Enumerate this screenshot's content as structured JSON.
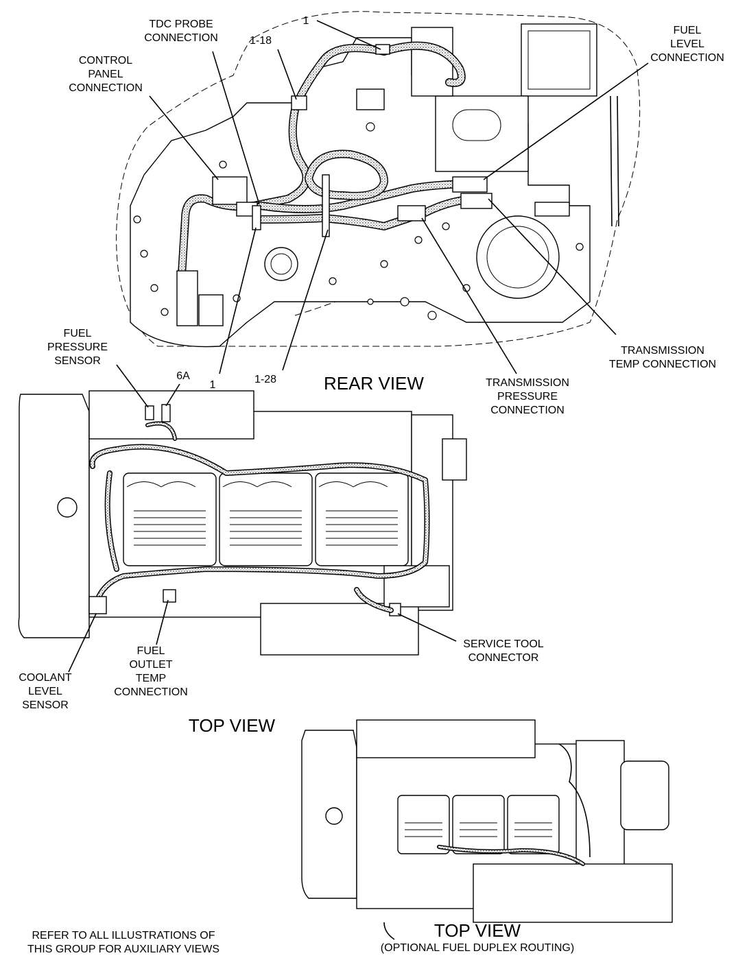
{
  "views": {
    "rear": {
      "title": "REAR VIEW",
      "callouts": {
        "tdc_probe": [
          "TDC PROBE",
          "CONNECTION"
        ],
        "control_panel": [
          "CONTROL",
          "PANEL",
          "CONNECTION"
        ],
        "fuel_level": [
          "FUEL",
          "LEVEL",
          "CONNECTION"
        ],
        "transmission_temp": [
          "TRANSMISSION",
          "TEMP CONNECTION"
        ],
        "transmission_pressure": [
          "TRANSMISSION",
          "PRESSURE",
          "CONNECTION"
        ],
        "item_1_top": "1",
        "item_1_18": "1-18",
        "item_1_bottom": "1",
        "item_1_28": "1-28"
      }
    },
    "top": {
      "title": "TOP VIEW",
      "callouts": {
        "fuel_pressure": [
          "FUEL",
          "PRESSURE",
          "SENSOR"
        ],
        "item_6a": "6A",
        "coolant_level": [
          "COOLANT",
          "LEVEL",
          "SENSOR"
        ],
        "fuel_outlet_temp": [
          "FUEL",
          "OUTLET",
          "TEMP",
          "CONNECTION"
        ],
        "service_tool": [
          "SERVICE TOOL",
          "CONNECTOR"
        ]
      }
    },
    "top_optional": {
      "title": "TOP VIEW",
      "subtitle": "(OPTIONAL FUEL DUPLEX ROUTING)"
    }
  },
  "footnote": [
    "REFER TO ALL ILLUSTRATIONS OF",
    "THIS GROUP FOR AUXILIARY VIEWS"
  ]
}
